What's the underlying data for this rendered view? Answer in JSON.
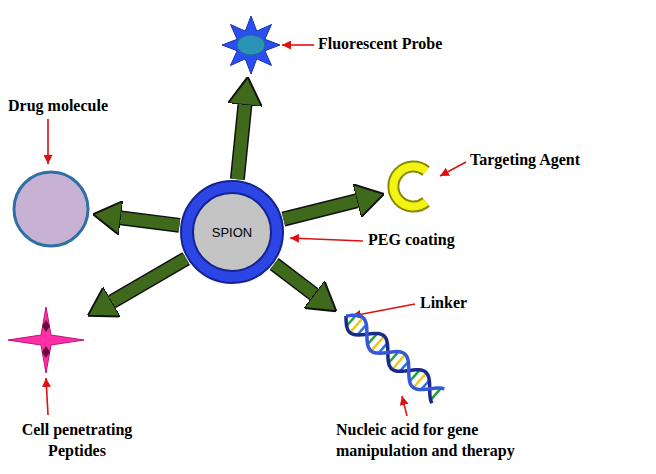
{
  "diagram": {
    "nodes": [
      {
        "text": [
          "SPION"
        ]
      },
      {
        "text": [
          "Fluorescent Probe"
        ]
      },
      {
        "text": [
          "Drug molecule"
        ]
      },
      {
        "text": [
          "Targeting Agent"
        ]
      },
      {
        "text": [
          "Nucleic acid for gene manipulation and therapy"
        ]
      },
      {
        "text": [
          "Cell penetrating Peptides"
        ]
      }
    ],
    "edges": [
      {
        "from": 0,
        "to": 1,
        "arrow": "to"
      },
      {
        "from": 0,
        "to": 2,
        "arrow": "to"
      },
      {
        "from": 0,
        "to": 3,
        "arrow": "to"
      },
      {
        "from": 0,
        "to": 4,
        "arrow": "to"
      },
      {
        "from": 0,
        "to": 5,
        "arrow": "to"
      }
    ],
    "labels": [
      "PEG coating",
      "Linker"
    ]
  }
}
